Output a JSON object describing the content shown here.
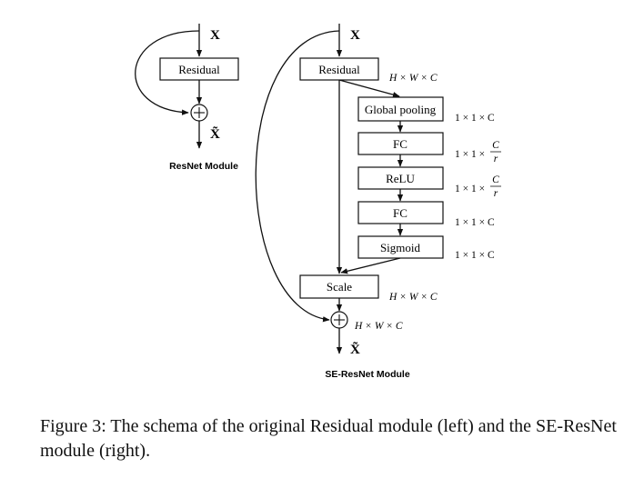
{
  "left_module": {
    "input_label": "X",
    "residual_label": "Residual",
    "output_label": "X̃",
    "title": "ResNet Module"
  },
  "right_module": {
    "input_label": "X",
    "residual_label": "Residual",
    "residual_dim": "H × W × C",
    "global_pooling_label": "Global pooling",
    "global_pooling_dim": "1 × 1 × C",
    "fc1_label": "FC",
    "fc1_dim_prefix": "1 × 1 ×",
    "fc1_frac_num": "C",
    "fc1_frac_den": "r",
    "relu_label": "ReLU",
    "relu_dim_prefix": "1 × 1 ×",
    "relu_frac_num": "C",
    "relu_frac_den": "r",
    "fc2_label": "FC",
    "fc2_dim": "1 × 1 × C",
    "sigmoid_label": "Sigmoid",
    "sigmoid_dim": "1 × 1 × C",
    "scale_label": "Scale",
    "scale_dim": "H × W × C",
    "sum_dim": "H × W × C",
    "output_label": "X̃",
    "title": "SE-ResNet Module"
  },
  "caption": "Figure 3: The schema of the original Residual module (left) and the SE-ResNet module (right)."
}
